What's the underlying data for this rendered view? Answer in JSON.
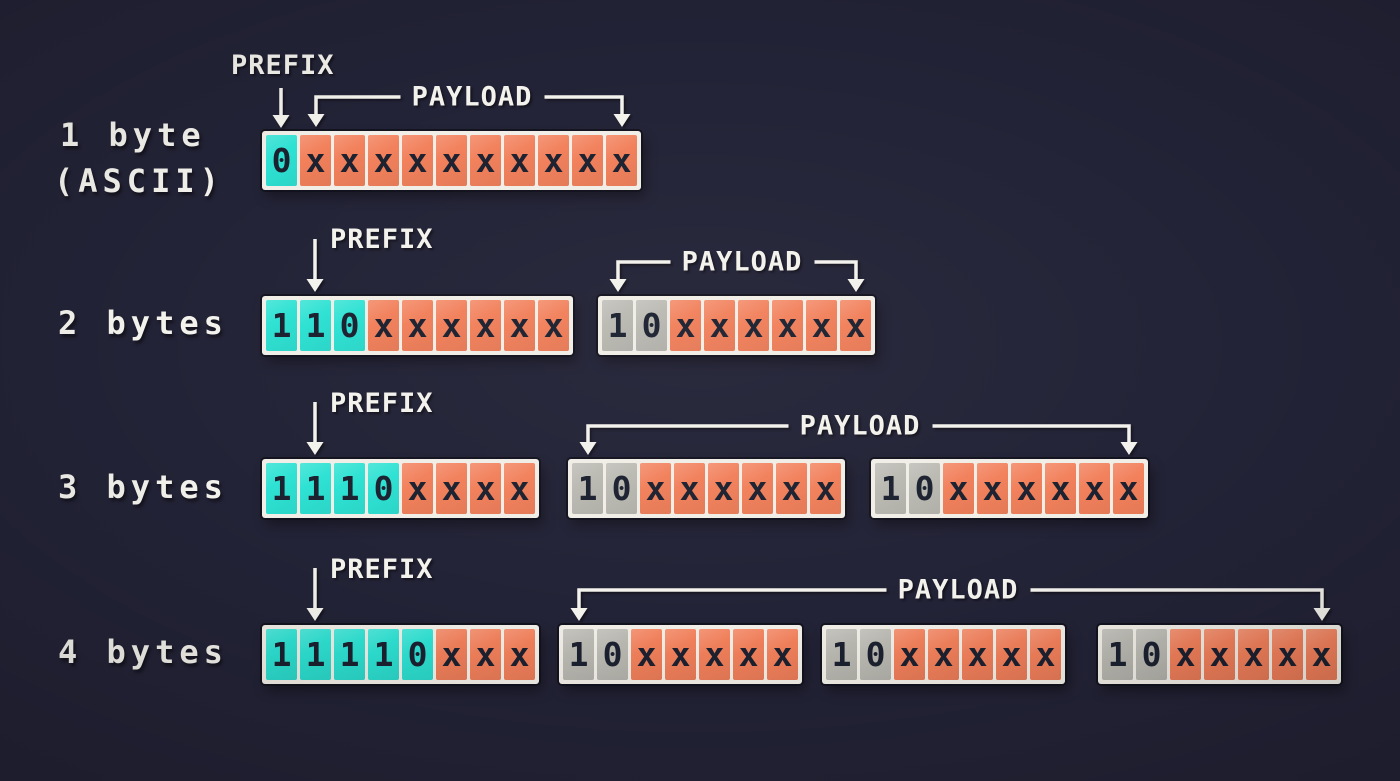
{
  "diagram": {
    "prefix_label": "PREFIX",
    "payload_label": "PAYLOAD"
  },
  "colors": {
    "background": "#232337",
    "prefix_fill": "#2de2d3",
    "payload_fill": "#f2805b",
    "continuation_fill": "#bab9b2",
    "cell_text": "#1c2130",
    "frame": "#f1eee7",
    "line_and_text": "#f4f2ec"
  },
  "rows": [
    {
      "label": "1 byte",
      "note": "(ASCII)",
      "bytes": [
        {
          "cells": [
            {
              "v": "0",
              "t": "prefix"
            },
            {
              "v": "x",
              "t": "payload"
            },
            {
              "v": "x",
              "t": "payload"
            },
            {
              "v": "x",
              "t": "payload"
            },
            {
              "v": "x",
              "t": "payload"
            },
            {
              "v": "x",
              "t": "payload"
            },
            {
              "v": "x",
              "t": "payload"
            },
            {
              "v": "x",
              "t": "payload"
            },
            {
              "v": "x",
              "t": "payload"
            },
            {
              "v": "x",
              "t": "payload"
            },
            {
              "v": "x",
              "t": "payload"
            }
          ]
        }
      ]
    },
    {
      "label": "2 bytes",
      "bytes": [
        {
          "cells": [
            {
              "v": "1",
              "t": "prefix"
            },
            {
              "v": "1",
              "t": "prefix"
            },
            {
              "v": "0",
              "t": "prefix"
            },
            {
              "v": "x",
              "t": "payload"
            },
            {
              "v": "x",
              "t": "payload"
            },
            {
              "v": "x",
              "t": "payload"
            },
            {
              "v": "x",
              "t": "payload"
            },
            {
              "v": "x",
              "t": "payload"
            },
            {
              "v": "x",
              "t": "payload"
            }
          ]
        },
        {
          "cells": [
            {
              "v": "1",
              "t": "cont"
            },
            {
              "v": "0",
              "t": "cont"
            },
            {
              "v": "x",
              "t": "payload"
            },
            {
              "v": "x",
              "t": "payload"
            },
            {
              "v": "x",
              "t": "payload"
            },
            {
              "v": "x",
              "t": "payload"
            },
            {
              "v": "x",
              "t": "payload"
            },
            {
              "v": "x",
              "t": "payload"
            }
          ]
        }
      ]
    },
    {
      "label": "3 bytes",
      "bytes": [
        {
          "cells": [
            {
              "v": "1",
              "t": "prefix"
            },
            {
              "v": "1",
              "t": "prefix"
            },
            {
              "v": "1",
              "t": "prefix"
            },
            {
              "v": "0",
              "t": "prefix"
            },
            {
              "v": "x",
              "t": "payload"
            },
            {
              "v": "x",
              "t": "payload"
            },
            {
              "v": "x",
              "t": "payload"
            },
            {
              "v": "x",
              "t": "payload"
            }
          ]
        },
        {
          "cells": [
            {
              "v": "1",
              "t": "cont"
            },
            {
              "v": "0",
              "t": "cont"
            },
            {
              "v": "x",
              "t": "payload"
            },
            {
              "v": "x",
              "t": "payload"
            },
            {
              "v": "x",
              "t": "payload"
            },
            {
              "v": "x",
              "t": "payload"
            },
            {
              "v": "x",
              "t": "payload"
            },
            {
              "v": "x",
              "t": "payload"
            }
          ]
        },
        {
          "cells": [
            {
              "v": "1",
              "t": "cont"
            },
            {
              "v": "0",
              "t": "cont"
            },
            {
              "v": "x",
              "t": "payload"
            },
            {
              "v": "x",
              "t": "payload"
            },
            {
              "v": "x",
              "t": "payload"
            },
            {
              "v": "x",
              "t": "payload"
            },
            {
              "v": "x",
              "t": "payload"
            },
            {
              "v": "x",
              "t": "payload"
            }
          ]
        }
      ]
    },
    {
      "label": "4 bytes",
      "bytes": [
        {
          "cells": [
            {
              "v": "1",
              "t": "prefix"
            },
            {
              "v": "1",
              "t": "prefix"
            },
            {
              "v": "1",
              "t": "prefix"
            },
            {
              "v": "1",
              "t": "prefix"
            },
            {
              "v": "0",
              "t": "prefix"
            },
            {
              "v": "x",
              "t": "payload"
            },
            {
              "v": "x",
              "t": "payload"
            },
            {
              "v": "x",
              "t": "payload"
            }
          ]
        },
        {
          "cells": [
            {
              "v": "1",
              "t": "cont"
            },
            {
              "v": "0",
              "t": "cont"
            },
            {
              "v": "x",
              "t": "payload"
            },
            {
              "v": "x",
              "t": "payload"
            },
            {
              "v": "x",
              "t": "payload"
            },
            {
              "v": "x",
              "t": "payload"
            },
            {
              "v": "x",
              "t": "payload"
            }
          ]
        },
        {
          "cells": [
            {
              "v": "1",
              "t": "cont"
            },
            {
              "v": "0",
              "t": "cont"
            },
            {
              "v": "x",
              "t": "payload"
            },
            {
              "v": "x",
              "t": "payload"
            },
            {
              "v": "x",
              "t": "payload"
            },
            {
              "v": "x",
              "t": "payload"
            },
            {
              "v": "x",
              "t": "payload"
            }
          ]
        },
        {
          "cells": [
            {
              "v": "1",
              "t": "cont"
            },
            {
              "v": "0",
              "t": "cont"
            },
            {
              "v": "x",
              "t": "payload"
            },
            {
              "v": "x",
              "t": "payload"
            },
            {
              "v": "x",
              "t": "payload"
            },
            {
              "v": "x",
              "t": "payload"
            },
            {
              "v": "x",
              "t": "payload"
            }
          ]
        }
      ]
    }
  ]
}
